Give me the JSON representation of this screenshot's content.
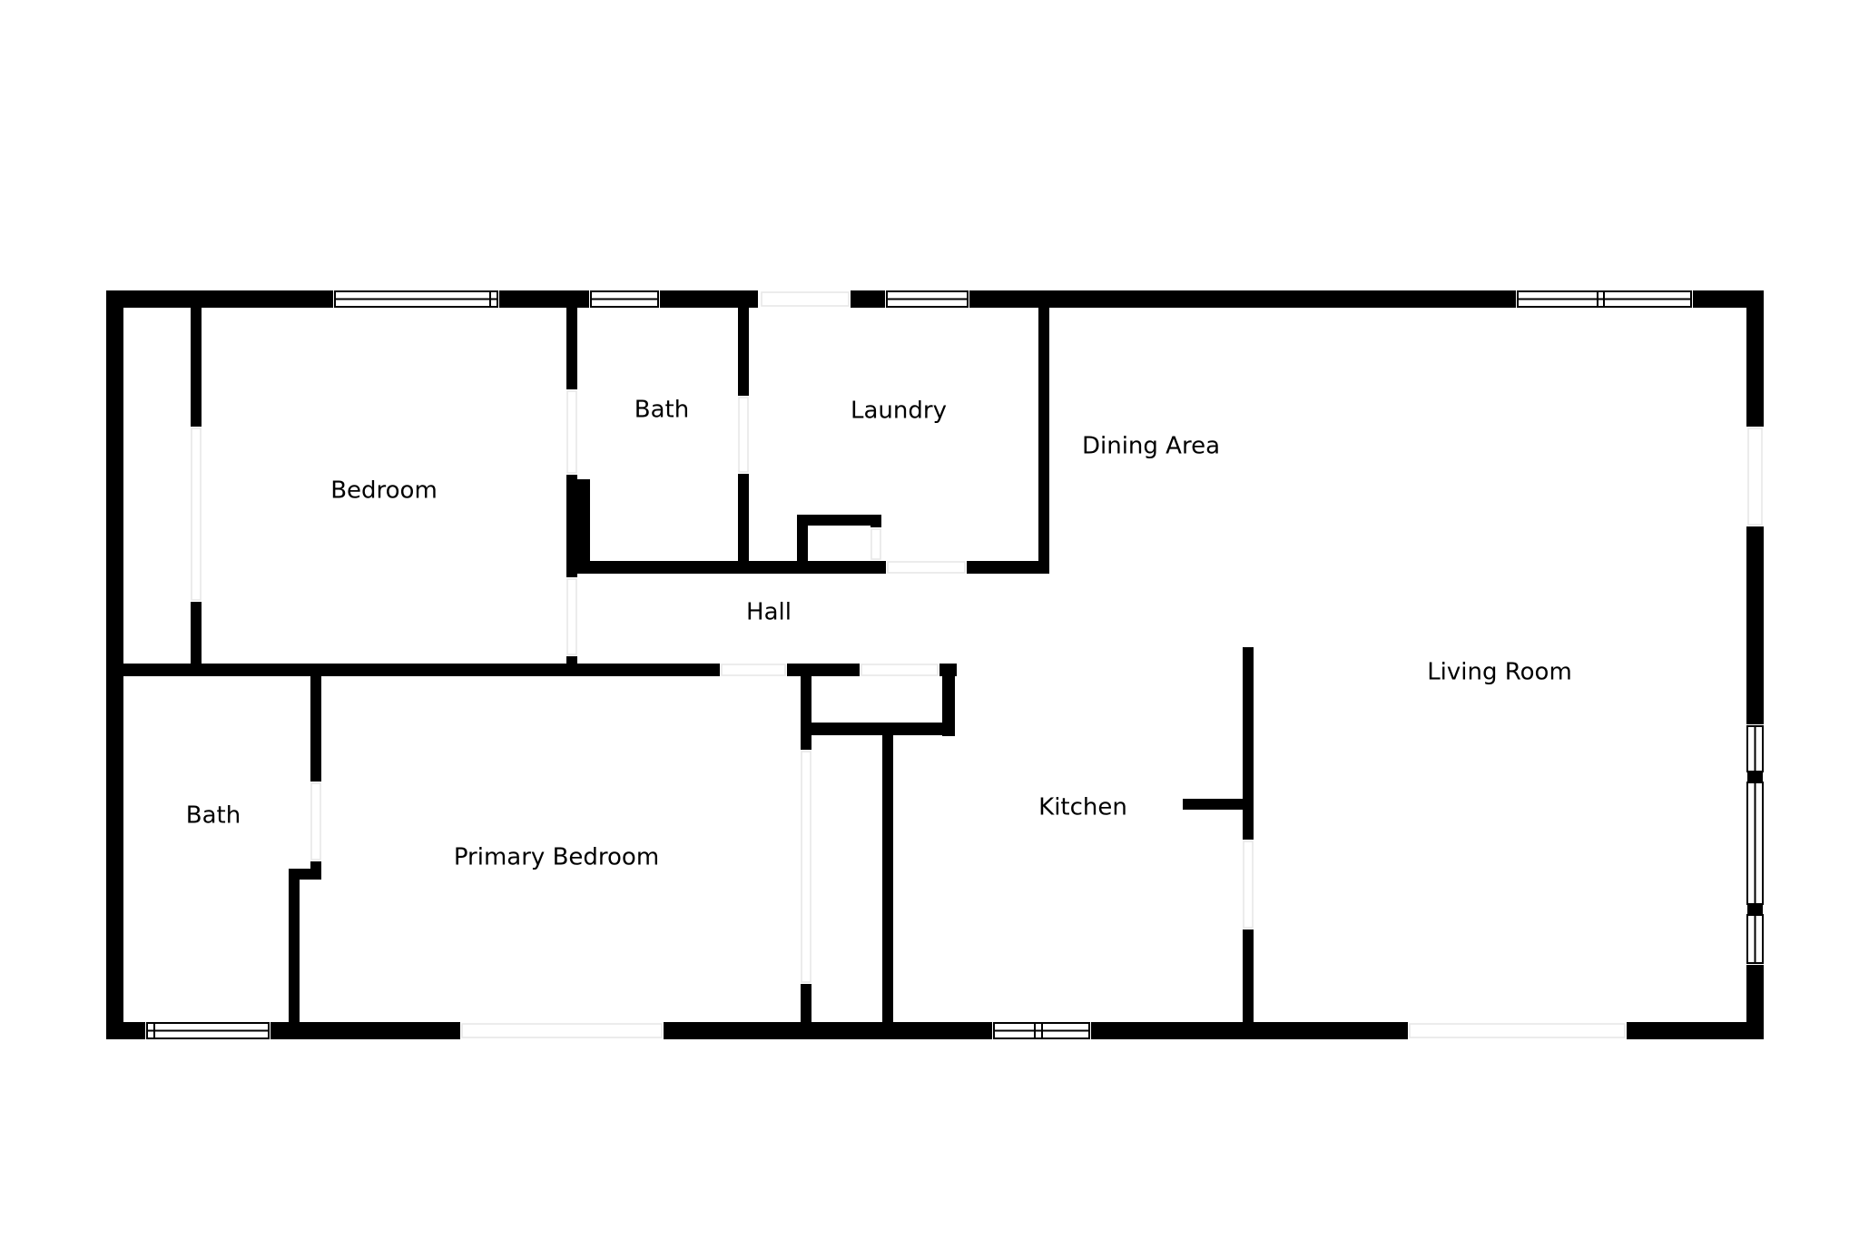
{
  "floor_plan": {
    "colors": {
      "wall": "#000000",
      "background": "#ffffff",
      "window_frame": "#000000"
    },
    "rooms": [
      {
        "id": "bedroom",
        "label": "Bedroom"
      },
      {
        "id": "bath-upper",
        "label": "Bath"
      },
      {
        "id": "laundry",
        "label": "Laundry"
      },
      {
        "id": "dining-area",
        "label": "Dining Area"
      },
      {
        "id": "hall",
        "label": "Hall"
      },
      {
        "id": "living-room",
        "label": "Living Room"
      },
      {
        "id": "bath-lower",
        "label": "Bath"
      },
      {
        "id": "primary-bedroom",
        "label": "Primary Bedroom"
      },
      {
        "id": "kitchen",
        "label": "Kitchen"
      }
    ]
  }
}
